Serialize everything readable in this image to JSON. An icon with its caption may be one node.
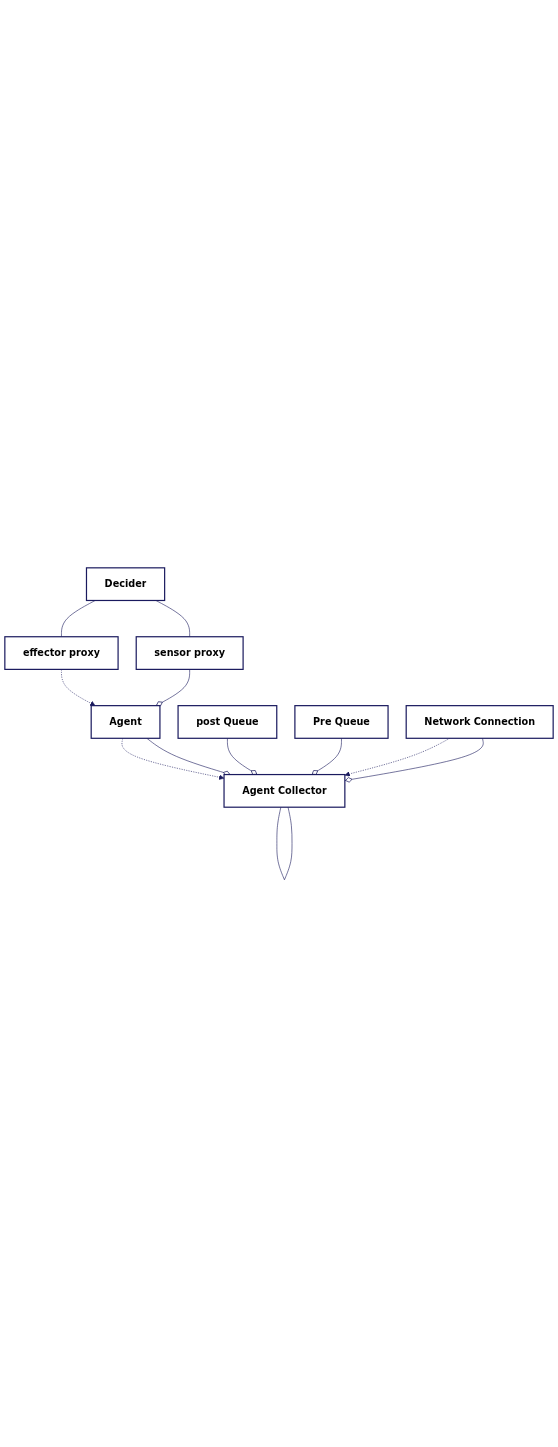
{
  "diagram": {
    "nodes": [
      {
        "text": [
          "Decider"
        ]
      },
      {
        "text": [
          "effector proxy"
        ]
      },
      {
        "text": [
          "sensor proxy"
        ]
      },
      {
        "text": [
          "Agent"
        ]
      },
      {
        "text": [
          "post Queue"
        ]
      },
      {
        "text": [
          "Pre Queue"
        ]
      },
      {
        "text": [
          "Agent Collector"
        ]
      },
      {
        "text": [
          "Network Connection"
        ]
      }
    ],
    "edges": [
      {
        "from": 0,
        "to": 1,
        "arrow": "none"
      },
      {
        "from": 0,
        "to": 2,
        "arrow": "none"
      },
      {
        "from": 1,
        "to": 3,
        "arrow": "to",
        "style": "dashed"
      },
      {
        "from": 2,
        "to": 3,
        "arrow": "other"
      },
      {
        "from": 3,
        "to": 6,
        "arrow": "to",
        "style": "dashed"
      },
      {
        "from": 3,
        "to": 6,
        "arrow": "other"
      },
      {
        "from": 4,
        "to": 6,
        "arrow": "other"
      },
      {
        "from": 5,
        "to": 6,
        "arrow": "other"
      },
      {
        "from": 6,
        "to": 6,
        "arrow": "none"
      },
      {
        "from": 7,
        "to": 6,
        "arrow": "to",
        "style": "dashed"
      },
      {
        "from": 7,
        "to": 6,
        "arrow": "other"
      }
    ]
  }
}
